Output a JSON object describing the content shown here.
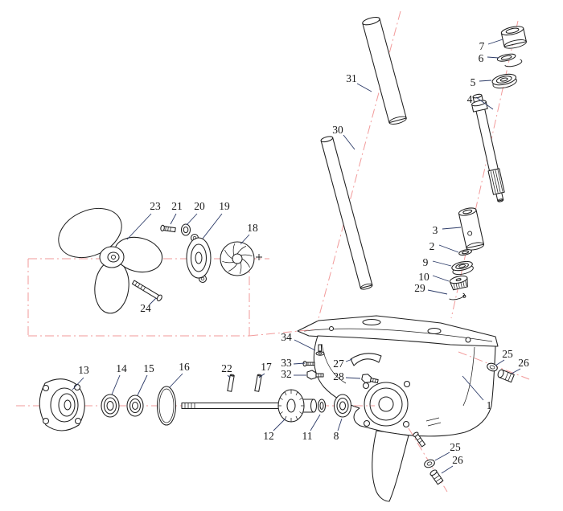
{
  "colors": {
    "background": "#ffffff",
    "ink": "#1f1f1f",
    "leader": "#2b3a67",
    "centerline": "#f29a9a",
    "label_text": "#161616"
  },
  "labels": {
    "1": "1",
    "2": "2",
    "3": "3",
    "4": "4",
    "5": "5",
    "6": "6",
    "7": "7",
    "8": "8",
    "9": "9",
    "10": "10",
    "11": "11",
    "12": "12",
    "13": "13",
    "14": "14",
    "15": "15",
    "16": "16",
    "17": "17",
    "18": "18",
    "19": "19",
    "20": "20",
    "21": "21",
    "22": "22",
    "23": "23",
    "24": "24",
    "25": "25",
    "26": "26",
    "27": "27",
    "28": "28",
    "29": "29",
    "30": "30",
    "31": "31",
    "32": "32",
    "33": "33",
    "34": "34",
    "25b": "25",
    "26b": "26"
  }
}
